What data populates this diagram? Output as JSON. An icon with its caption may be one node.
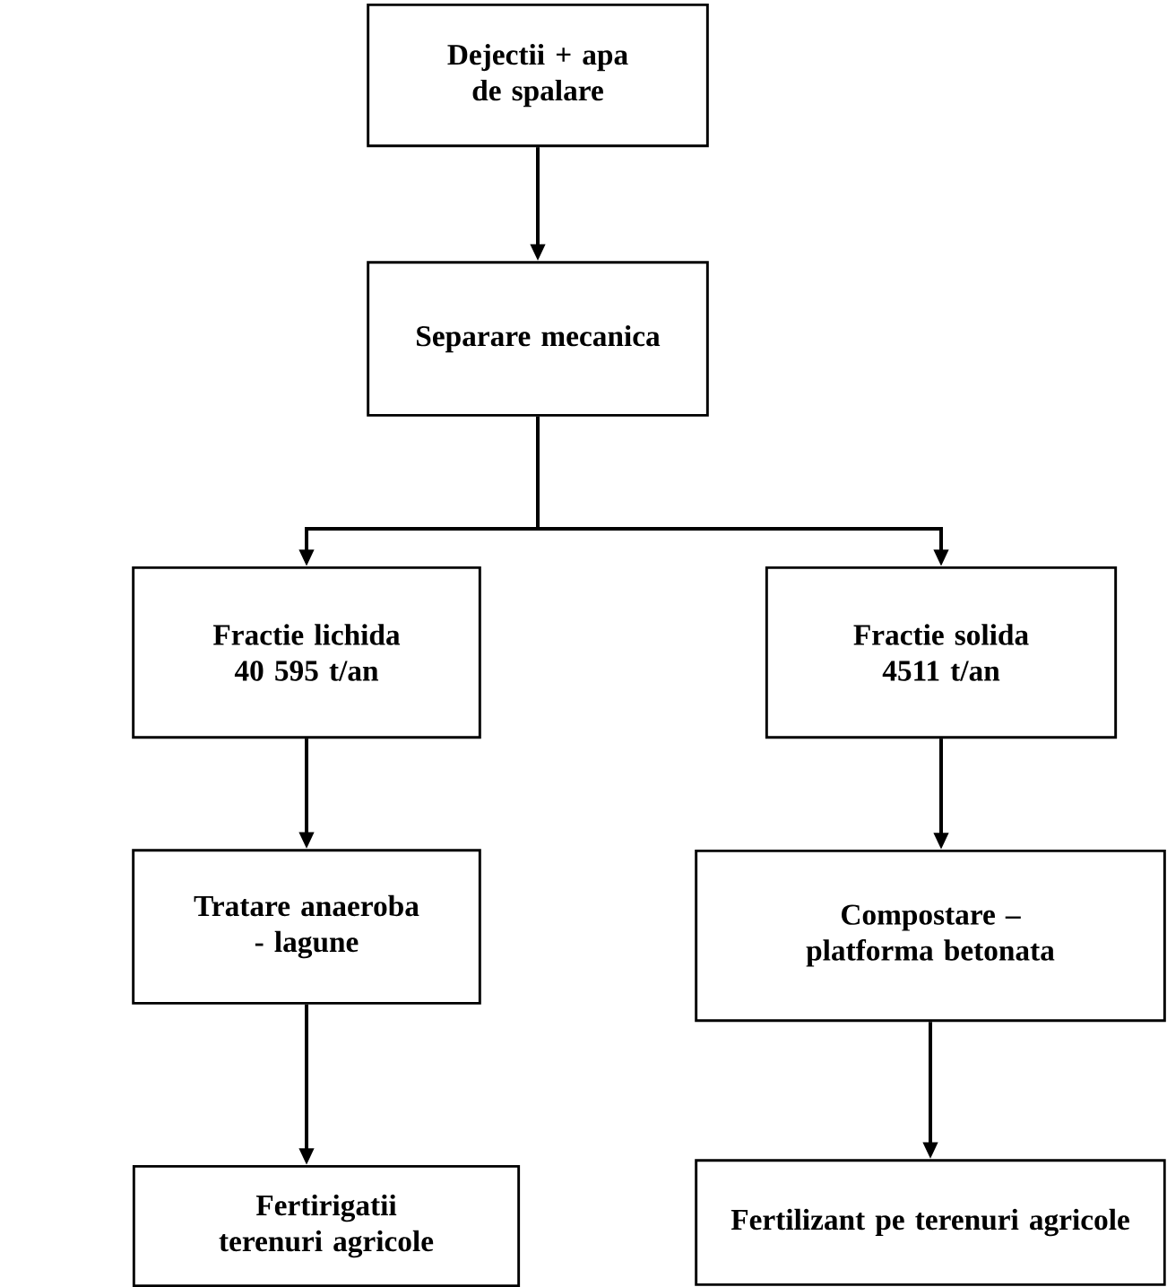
{
  "diagram": {
    "nodes": [
      {
        "text": [
          "Dejectii + apa de spalare"
        ]
      },
      {
        "text": [
          "Separare mecanica"
        ]
      },
      {
        "text": [
          "Fractie lichida",
          "40 595 t/an"
        ]
      },
      {
        "text": [
          "Fractie solida",
          "4511 t/an"
        ]
      },
      {
        "text": [
          "Tratare anaeroba - lagune"
        ]
      },
      {
        "text": [
          "Compostare – platforma betonata"
        ]
      },
      {
        "text": [
          "Fertirigatii terenuri agricole"
        ]
      },
      {
        "text": [
          "Fertilizant pe terenuri agricole"
        ]
      }
    ],
    "edges": [
      {
        "from": 0,
        "to": 1,
        "arrow": "to"
      },
      {
        "from": 1,
        "to": 2,
        "arrow": "to"
      },
      {
        "from": 1,
        "to": 3,
        "arrow": "to"
      },
      {
        "from": 2,
        "to": 4,
        "arrow": "to"
      },
      {
        "from": 3,
        "to": 5,
        "arrow": "to"
      },
      {
        "from": 4,
        "to": 6,
        "arrow": "to"
      },
      {
        "from": 5,
        "to": 7,
        "arrow": "to"
      }
    ]
  }
}
